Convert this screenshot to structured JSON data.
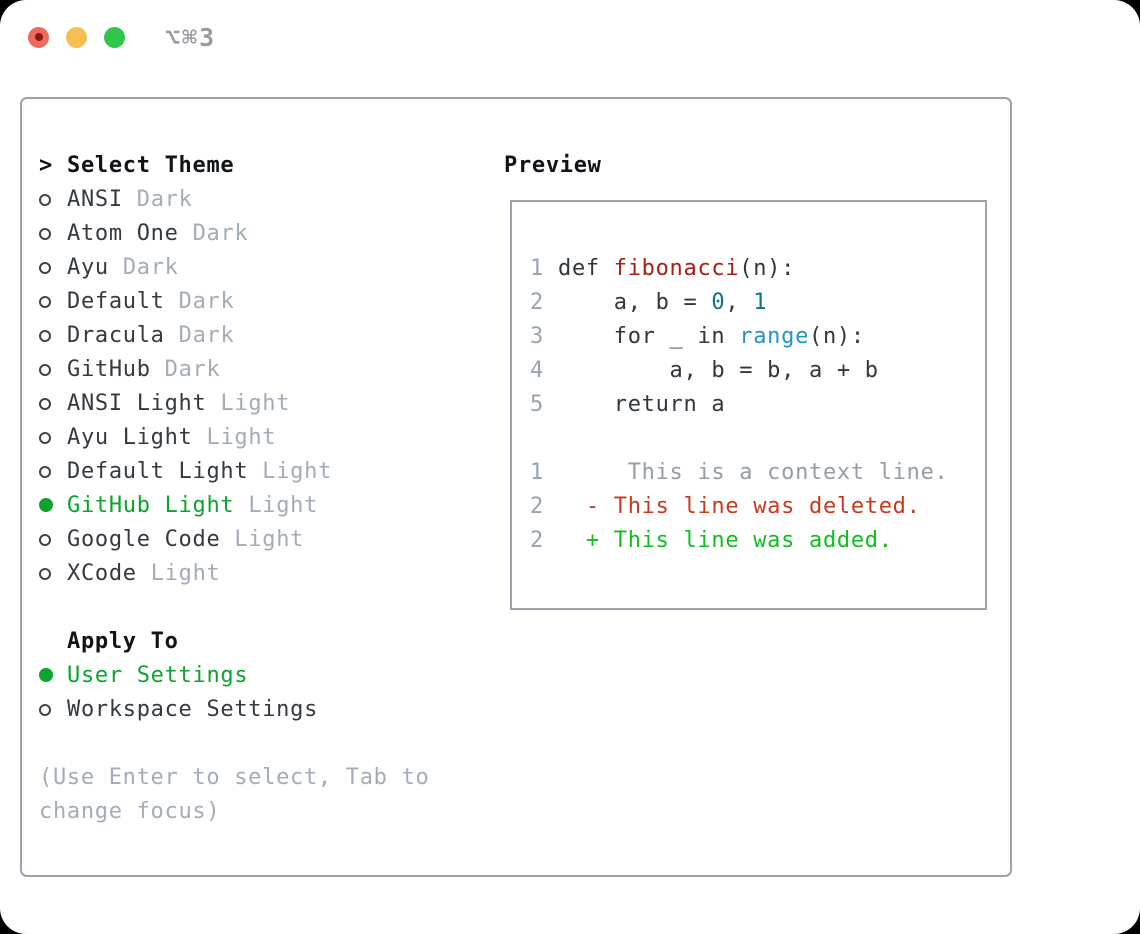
{
  "window": {
    "title": "⌥⌘3"
  },
  "theme_panel": {
    "header": {
      "prompt": ">",
      "label": "Select Theme"
    },
    "themes": [
      {
        "name": "ANSI",
        "variant": "Dark",
        "selected": false
      },
      {
        "name": "Atom One",
        "variant": "Dark",
        "selected": false
      },
      {
        "name": "Ayu",
        "variant": "Dark",
        "selected": false
      },
      {
        "name": "Default",
        "variant": "Dark",
        "selected": false
      },
      {
        "name": "Dracula",
        "variant": "Dark",
        "selected": false
      },
      {
        "name": "GitHub",
        "variant": "Dark",
        "selected": false
      },
      {
        "name": "ANSI Light",
        "variant": "Light",
        "selected": false
      },
      {
        "name": "Ayu Light",
        "variant": "Light",
        "selected": false
      },
      {
        "name": "Default Light",
        "variant": "Light",
        "selected": false
      },
      {
        "name": "GitHub Light",
        "variant": "Light",
        "selected": true
      },
      {
        "name": "Google Code",
        "variant": "Light",
        "selected": false
      },
      {
        "name": "XCode",
        "variant": "Light",
        "selected": false
      }
    ],
    "apply_to": {
      "label": "Apply To",
      "options": [
        {
          "name": "User Settings",
          "selected": true
        },
        {
          "name": "Workspace Settings",
          "selected": false
        }
      ]
    },
    "hint": "(Use Enter to select, Tab to change focus)"
  },
  "preview": {
    "label": "Preview",
    "code_lines": [
      {
        "num": "1",
        "segments": [
          {
            "text": "def ",
            "style": "code"
          },
          {
            "text": "fibonacci",
            "style": "function"
          },
          {
            "text": "(n):",
            "style": "code"
          }
        ]
      },
      {
        "num": "2",
        "segments": [
          {
            "text": "    a, b = ",
            "style": "code"
          },
          {
            "text": "0",
            "style": "number"
          },
          {
            "text": ", ",
            "style": "code"
          },
          {
            "text": "1",
            "style": "number"
          }
        ]
      },
      {
        "num": "3",
        "segments": [
          {
            "text": "    for _ in ",
            "style": "code"
          },
          {
            "text": "range",
            "style": "builtin"
          },
          {
            "text": "(n):",
            "style": "code"
          }
        ]
      },
      {
        "num": "4",
        "segments": [
          {
            "text": "        a, b = b, a + b",
            "style": "code"
          }
        ]
      },
      {
        "num": "5",
        "segments": [
          {
            "text": "    return a",
            "style": "code"
          }
        ]
      },
      {
        "num": "",
        "segments": []
      },
      {
        "num": "1",
        "segments": [
          {
            "text": "     This is a context line.",
            "style": "context"
          }
        ]
      },
      {
        "num": "2",
        "segments": [
          {
            "text": "  - This line was deleted.",
            "style": "deleted"
          }
        ]
      },
      {
        "num": "2",
        "segments": [
          {
            "text": "  + This line was added.",
            "style": "added"
          }
        ]
      }
    ]
  },
  "colors": {
    "light-red": "#ef6a5e",
    "close-dot": "#891a10",
    "light-yellow": "#f6bf4f",
    "light-green": "#2ec747",
    "title-gray": "#989da3",
    "panel-border": "#9aa3ae",
    "preview-border": "#9aa3ae",
    "header-text": "#101418",
    "item-text": "#343a42",
    "radio-ring": "#3c434b",
    "muted": "#a3acb9",
    "accent-green": "#0ca42e",
    "code-text": "#30373e",
    "line-number": "#97a3b4",
    "func-red": "#a62016",
    "num-teal": "#0c7580",
    "builtin-blue": "#2593c6",
    "context-gray": "#959da6",
    "deleted-red": "#c63a20",
    "added-green": "#0fbe1d"
  }
}
